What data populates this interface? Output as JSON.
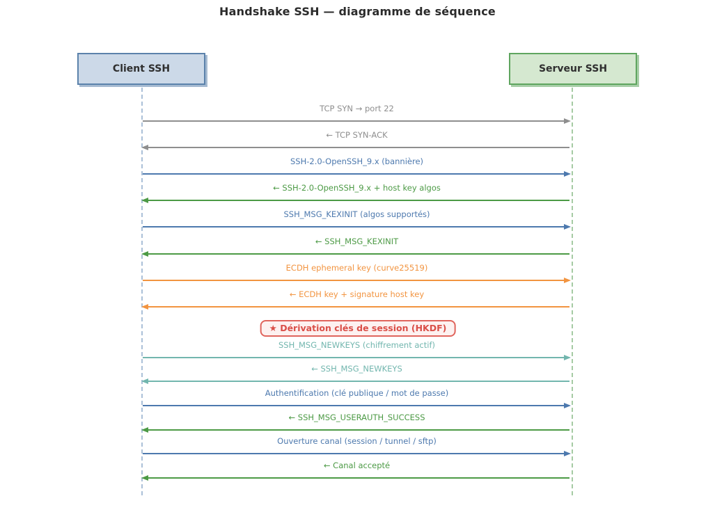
{
  "title": "Handshake SSH — diagramme de séquence",
  "actors": {
    "client": {
      "label": "Client SSH"
    },
    "server": {
      "label": "Serveur SSH"
    }
  },
  "colors": {
    "gray": "#8e8e8e",
    "blue": "#4d79ae",
    "green": "#4c9a45",
    "orange": "#f29440",
    "teal": "#72b6ae",
    "note_border": "#e0645c",
    "note_text": "#da4f48",
    "note_fill": "#fdf1f0",
    "client_fill": "#ccd9e8",
    "client_border": "#5b82ab",
    "server_fill": "#d5e8d0",
    "server_border": "#5fa55f"
  },
  "messages": [
    {
      "type": "message",
      "label": "TCP SYN → port 22",
      "color": "gray",
      "direction": "ltr"
    },
    {
      "type": "message",
      "label": "← TCP SYN-ACK",
      "color": "gray",
      "direction": "rtl"
    },
    {
      "type": "message",
      "label": "SSH-2.0-OpenSSH_9.x (bannière)",
      "color": "blue",
      "direction": "ltr"
    },
    {
      "type": "message",
      "label": "← SSH-2.0-OpenSSH_9.x + host key algos",
      "color": "green",
      "direction": "rtl"
    },
    {
      "type": "message",
      "label": "SSH_MSG_KEXINIT (algos supportés)",
      "color": "blue",
      "direction": "ltr"
    },
    {
      "type": "message",
      "label": "← SSH_MSG_KEXINIT",
      "color": "green",
      "direction": "rtl"
    },
    {
      "type": "message",
      "label": "ECDH ephemeral key (curve25519)",
      "color": "orange",
      "direction": "ltr"
    },
    {
      "type": "message",
      "label": "← ECDH key + signature host key",
      "color": "orange",
      "direction": "rtl"
    },
    {
      "type": "note",
      "label": "★ Dérivation clés de session (HKDF)"
    },
    {
      "type": "message",
      "label": "SSH_MSG_NEWKEYS (chiffrement actif)",
      "color": "teal",
      "direction": "ltr"
    },
    {
      "type": "message",
      "label": "← SSH_MSG_NEWKEYS",
      "color": "teal",
      "direction": "rtl"
    },
    {
      "type": "message",
      "label": "Authentification (clé publique / mot de passe)",
      "color": "blue",
      "direction": "ltr"
    },
    {
      "type": "message",
      "label": "← SSH_MSG_USERAUTH_SUCCESS",
      "color": "green",
      "direction": "rtl"
    },
    {
      "type": "message",
      "label": "Ouverture canal (session / tunnel / sftp)",
      "color": "blue",
      "direction": "ltr"
    },
    {
      "type": "message",
      "label": "← Canal accepté",
      "color": "green",
      "direction": "rtl"
    }
  ]
}
